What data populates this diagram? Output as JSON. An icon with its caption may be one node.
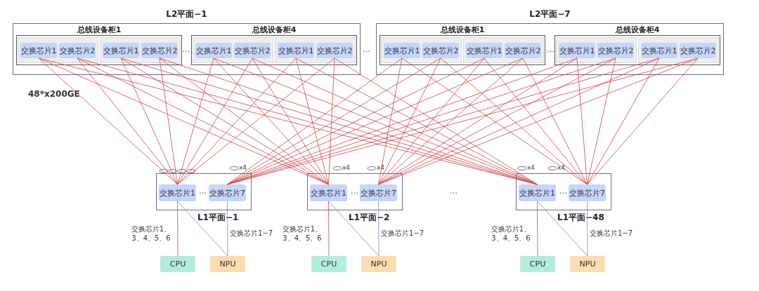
{
  "diagram": {
    "nodes": [
      {
        "text": [
          "L2平面−1"
        ]
      },
      {
        "text": [
          "总线设备柜1"
        ],
        "in": 0
      },
      {
        "text": [],
        "shape": "box",
        "in": 1
      },
      {
        "text": [
          "交换芯片1"
        ],
        "in": 2
      },
      {
        "text": [
          "交换芯片2"
        ],
        "in": 2
      },
      {
        "text": [],
        "shape": "box",
        "in": 1
      },
      {
        "text": [
          "交换芯片1"
        ],
        "in": 5
      },
      {
        "text": [
          "交换芯片2"
        ],
        "in": 5
      },
      {
        "text": [
          "总线设备柜4"
        ],
        "in": 0
      },
      {
        "text": [],
        "shape": "box",
        "in": 8
      },
      {
        "text": [
          "交换芯片1"
        ],
        "in": 9
      },
      {
        "text": [
          "交换芯片2"
        ],
        "in": 9
      },
      {
        "text": [],
        "shape": "box",
        "in": 8
      },
      {
        "text": [
          "交换芯片1"
        ],
        "in": 12
      },
      {
        "text": [
          "交换芯片2"
        ],
        "in": 12
      },
      {
        "text": [
          "L2平面−7"
        ]
      },
      {
        "text": [
          "总线设备柜1"
        ],
        "in": 15
      },
      {
        "text": [],
        "shape": "box",
        "in": 16
      },
      {
        "text": [
          "交换芯片1"
        ],
        "in": 17
      },
      {
        "text": [
          "交换芯片2"
        ],
        "in": 17
      },
      {
        "text": [],
        "shape": "box",
        "in": 16
      },
      {
        "text": [
          "交换芯片1"
        ],
        "in": 20
      },
      {
        "text": [
          "交换芯片2"
        ],
        "in": 20
      },
      {
        "text": [
          "总线设备柜4"
        ],
        "in": 15
      },
      {
        "text": [],
        "shape": "box",
        "in": 23
      },
      {
        "text": [
          "交换芯片1"
        ],
        "in": 24
      },
      {
        "text": [
          "交换芯片2"
        ],
        "in": 24
      },
      {
        "text": [],
        "shape": "box",
        "in": 23
      },
      {
        "text": [
          "交换芯片1"
        ],
        "in": 27
      },
      {
        "text": [
          "交换芯片2"
        ],
        "in": 27
      },
      {
        "text": [
          "L1平面−1"
        ]
      },
      {
        "text": [
          "交换芯片1"
        ],
        "in": 30
      },
      {
        "text": [
          "交换芯片7"
        ],
        "in": 30
      },
      {
        "text": [
          "L1平面−2"
        ]
      },
      {
        "text": [
          "交换芯片1"
        ],
        "in": 33
      },
      {
        "text": [
          "交换芯片7"
        ],
        "in": 33
      },
      {
        "text": [
          "L1平面−48"
        ]
      },
      {
        "text": [
          "交换芯片1"
        ],
        "in": 36
      },
      {
        "text": [
          "交换芯片7"
        ],
        "in": 36
      },
      {
        "text": [
          "CPU"
        ]
      },
      {
        "text": [
          "NPU"
        ]
      },
      {
        "text": [
          "CPU"
        ]
      },
      {
        "text": [
          "NPU"
        ]
      },
      {
        "text": [
          "CPU"
        ]
      },
      {
        "text": [
          "NPU"
        ]
      }
    ],
    "edges": [
      {
        "from": 3,
        "to": 31,
        "arrow": "none"
      },
      {
        "from": 3,
        "to": 34,
        "arrow": "none"
      },
      {
        "from": 3,
        "to": 37,
        "arrow": "none"
      },
      {
        "from": 4,
        "to": 31,
        "arrow": "none"
      },
      {
        "from": 4,
        "to": 34,
        "arrow": "none"
      },
      {
        "from": 4,
        "to": 37,
        "arrow": "none"
      },
      {
        "from": 6,
        "to": 31,
        "arrow": "none"
      },
      {
        "from": 6,
        "to": 34,
        "arrow": "none"
      },
      {
        "from": 6,
        "to": 37,
        "arrow": "none"
      },
      {
        "from": 7,
        "to": 31,
        "arrow": "none"
      },
      {
        "from": 7,
        "to": 34,
        "arrow": "none"
      },
      {
        "from": 7,
        "to": 37,
        "arrow": "none"
      },
      {
        "from": 10,
        "to": 31,
        "arrow": "none"
      },
      {
        "from": 10,
        "to": 34,
        "arrow": "none"
      },
      {
        "from": 10,
        "to": 37,
        "arrow": "none"
      },
      {
        "from": 11,
        "to": 31,
        "arrow": "none"
      },
      {
        "from": 11,
        "to": 34,
        "arrow": "none"
      },
      {
        "from": 11,
        "to": 37,
        "arrow": "none"
      },
      {
        "from": 13,
        "to": 31,
        "arrow": "none"
      },
      {
        "from": 13,
        "to": 34,
        "arrow": "none"
      },
      {
        "from": 13,
        "to": 37,
        "arrow": "none"
      },
      {
        "from": 14,
        "to": 31,
        "arrow": "none"
      },
      {
        "from": 14,
        "to": 34,
        "arrow": "none"
      },
      {
        "from": 14,
        "to": 37,
        "arrow": "none"
      },
      {
        "from": 18,
        "to": 32,
        "arrow": "none"
      },
      {
        "from": 18,
        "to": 35,
        "arrow": "none"
      },
      {
        "from": 18,
        "to": 38,
        "arrow": "none"
      },
      {
        "from": 19,
        "to": 32,
        "arrow": "none"
      },
      {
        "from": 19,
        "to": 35,
        "arrow": "none"
      },
      {
        "from": 19,
        "to": 38,
        "arrow": "none"
      },
      {
        "from": 21,
        "to": 32,
        "arrow": "none"
      },
      {
        "from": 21,
        "to": 35,
        "arrow": "none"
      },
      {
        "from": 21,
        "to": 38,
        "arrow": "none"
      },
      {
        "from": 22,
        "to": 32,
        "arrow": "none"
      },
      {
        "from": 22,
        "to": 35,
        "arrow": "none"
      },
      {
        "from": 22,
        "to": 38,
        "arrow": "none"
      },
      {
        "from": 25,
        "to": 32,
        "arrow": "none"
      },
      {
        "from": 25,
        "to": 35,
        "arrow": "none"
      },
      {
        "from": 25,
        "to": 38,
        "arrow": "none"
      },
      {
        "from": 26,
        "to": 32,
        "arrow": "none"
      },
      {
        "from": 26,
        "to": 35,
        "arrow": "none"
      },
      {
        "from": 26,
        "to": 38,
        "arrow": "none"
      },
      {
        "from": 28,
        "to": 32,
        "arrow": "none"
      },
      {
        "from": 28,
        "to": 35,
        "arrow": "none"
      },
      {
        "from": 28,
        "to": 38,
        "arrow": "none"
      },
      {
        "from": 29,
        "to": 32,
        "arrow": "none"
      },
      {
        "from": 29,
        "to": 35,
        "arrow": "none"
      },
      {
        "from": 29,
        "to": 38,
        "arrow": "none"
      },
      {
        "from": 31,
        "to": 39,
        "arrow": "none",
        "label": "交换芯片1、3、4、5、6"
      },
      {
        "from": 31,
        "to": 40,
        "arrow": "none",
        "color": "#6f86e0"
      },
      {
        "from": 32,
        "to": 40,
        "arrow": "none",
        "color": "#6f86e0",
        "label": "交换芯片1−7"
      },
      {
        "from": 34,
        "to": 41,
        "arrow": "none",
        "label": "交换芯片1、3、4、5、6"
      },
      {
        "from": 34,
        "to": 42,
        "arrow": "none",
        "color": "#6f86e0"
      },
      {
        "from": 35,
        "to": 42,
        "arrow": "none",
        "color": "#6f86e0",
        "label": "交换芯片1−7"
      },
      {
        "from": 37,
        "to": 43,
        "arrow": "none",
        "label": "交换芯片1、3、4、5、6"
      },
      {
        "from": 37,
        "to": 44,
        "arrow": "none",
        "color": "#6f86e0"
      },
      {
        "from": 38,
        "to": 44,
        "arrow": "none",
        "color": "#6f86e0",
        "label": "交换芯片1−7"
      }
    ],
    "labels": [
      "…",
      "…",
      "…",
      "48*x200GE",
      "x4",
      "x4",
      "x4",
      "x4",
      "x4",
      "…",
      "…",
      "…",
      "…"
    ]
  }
}
